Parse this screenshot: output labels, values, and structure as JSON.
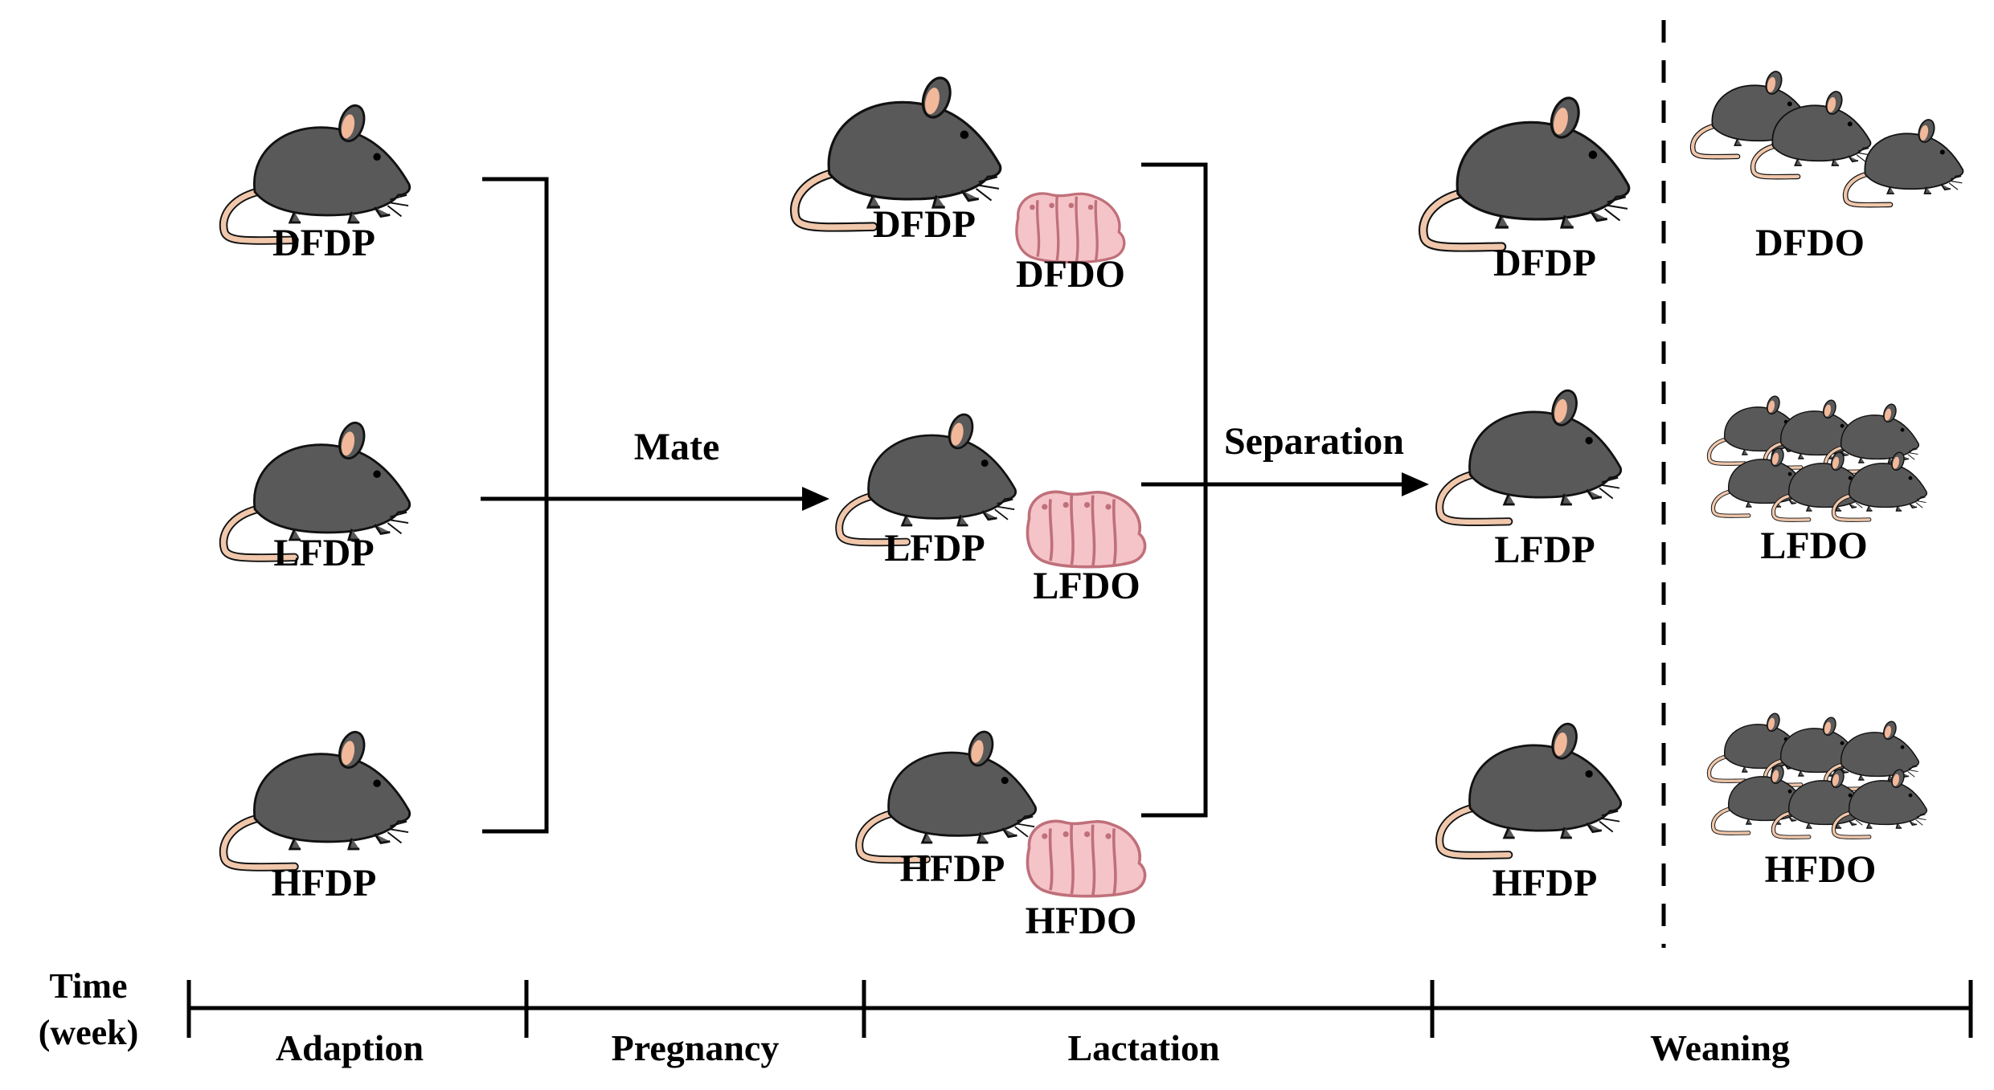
{
  "colors": {
    "mouse_body": "#595959",
    "mouse_outline": "#111111",
    "ear_inner": "#f2b89a",
    "tail": "#f0c7ab",
    "pup_fill": "#f4c4c8",
    "pup_outline": "#c0707a",
    "line": "#000000"
  },
  "icons": [
    "mouse-icon",
    "pups-icon",
    "mouse-group-icon"
  ],
  "stages": {
    "adaptation": {
      "groups": [
        "DFDP",
        "LFDP",
        "HFDP"
      ]
    },
    "mate_label": "Mate",
    "lactation": {
      "dams": [
        "DFDP",
        "LFDP",
        "HFDP"
      ],
      "pups": [
        "DFDO",
        "LFDO",
        "HFDO"
      ]
    },
    "separation_label": "Separation",
    "weaning": {
      "dams": [
        "DFDP",
        "LFDP",
        "HFDP"
      ],
      "offspring": [
        "DFDO",
        "LFDO",
        "HFDO"
      ]
    }
  },
  "timeline": {
    "axis_title_line1": "Time",
    "axis_title_line2": "(week)",
    "phases": [
      "Adaption",
      "Pregnancy",
      "Lactation",
      "Weaning"
    ]
  }
}
